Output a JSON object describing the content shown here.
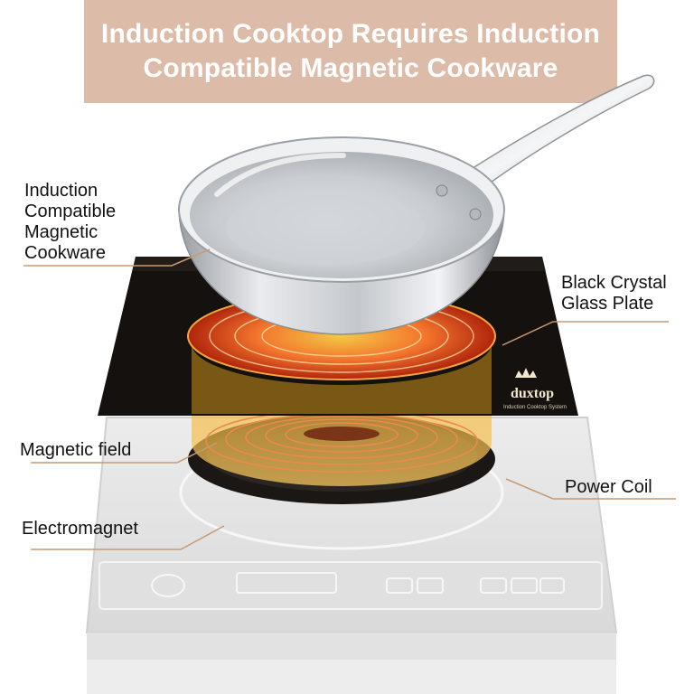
{
  "banner": {
    "line1": "Induction Cooktop Requires Induction",
    "line2": "Compatible Magnetic Cookware"
  },
  "labels": {
    "cookware": [
      "Induction",
      "Compatible",
      "Magnetic",
      "Cookware"
    ],
    "glass_plate": [
      "Black Crystal",
      "Glass Plate"
    ],
    "magnetic_field": "Magnetic field",
    "power_coil": "Power Coil",
    "electromagnet": "Electromagnet"
  },
  "plate_logo": {
    "brand": "duxtop",
    "tagline": "Induction Cooktop System"
  },
  "colors": {
    "banner_bg": "#dcbba8",
    "leader_line": "#c89a74",
    "glass_plate": "#15110e",
    "cooktop_base": "#e4e4e4",
    "heat_glow": "#ff6a2a"
  }
}
